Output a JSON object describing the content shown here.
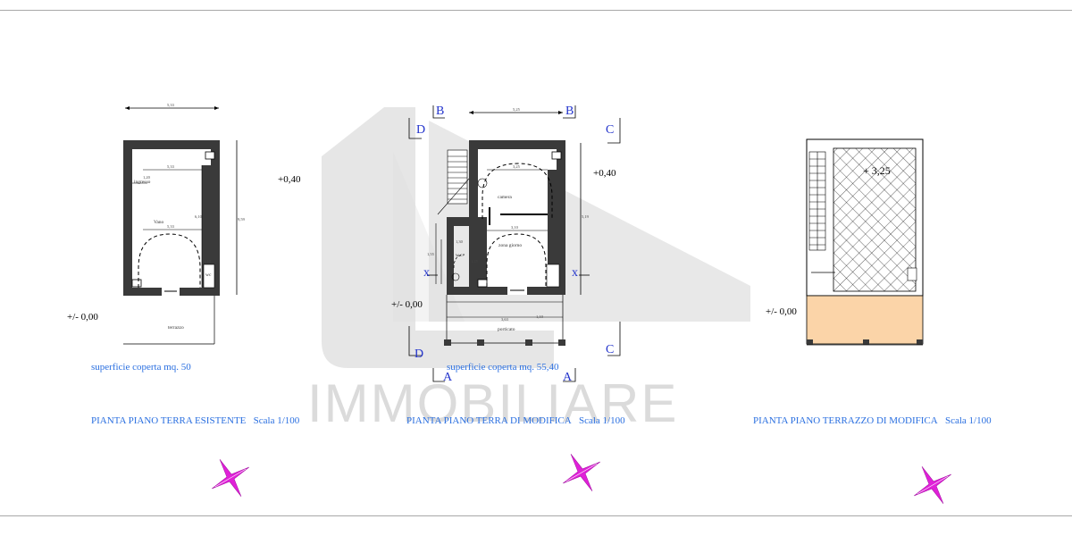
{
  "watermark": {
    "text": "IMMOBILIARE",
    "color": "#bdbdbd"
  },
  "colors": {
    "annotation_blue": "#2a6fe0",
    "section_letters": "#2233cc",
    "wall_fill": "#3a3a3a",
    "terrace_fill": "#fbd4a8",
    "north_arrow": "#e020d8"
  },
  "plans": [
    {
      "id": "existing",
      "title": "PIANTA PIANO TERRA ESISTENTE",
      "scale": "Scala 1/100",
      "area": "superficie coperta mq. 50",
      "levels": [
        "+0,40",
        "+/- 0,00"
      ],
      "rooms": [
        "ingresso",
        "Vano",
        "terrazzo",
        "wc"
      ],
      "dimensions": [
        "5,33",
        "5,33",
        "5,33",
        "9,59",
        "6,10",
        "1,20",
        "1,10"
      ]
    },
    {
      "id": "modified",
      "title": "PIANTA PIANO TERRA DI MODIFICA",
      "scale": "Scala 1/100",
      "area": "superficie coperta mq. 55,40",
      "levels": [
        "+0,40",
        "+/- 0,00"
      ],
      "rooms": [
        "camera",
        "zona giorno",
        "w.c.",
        "porticato"
      ],
      "dimensions": [
        "5,25",
        "3,25",
        "5,19",
        "3,10",
        "3,63",
        "1,30",
        "1,55",
        "1,45",
        "1,10"
      ],
      "section_marks": [
        "B",
        "B",
        "D",
        "C",
        "D",
        "C",
        "A",
        "A",
        "x",
        "x"
      ]
    },
    {
      "id": "terrace",
      "title": "PIANTA PIANO TERRAZZO DI MODIFICA",
      "scale": "Scala 1/100",
      "levels": [
        "+ 3,25",
        "+/- 0,00"
      ]
    }
  ],
  "north_arrow_icon": "compass-star-icon"
}
